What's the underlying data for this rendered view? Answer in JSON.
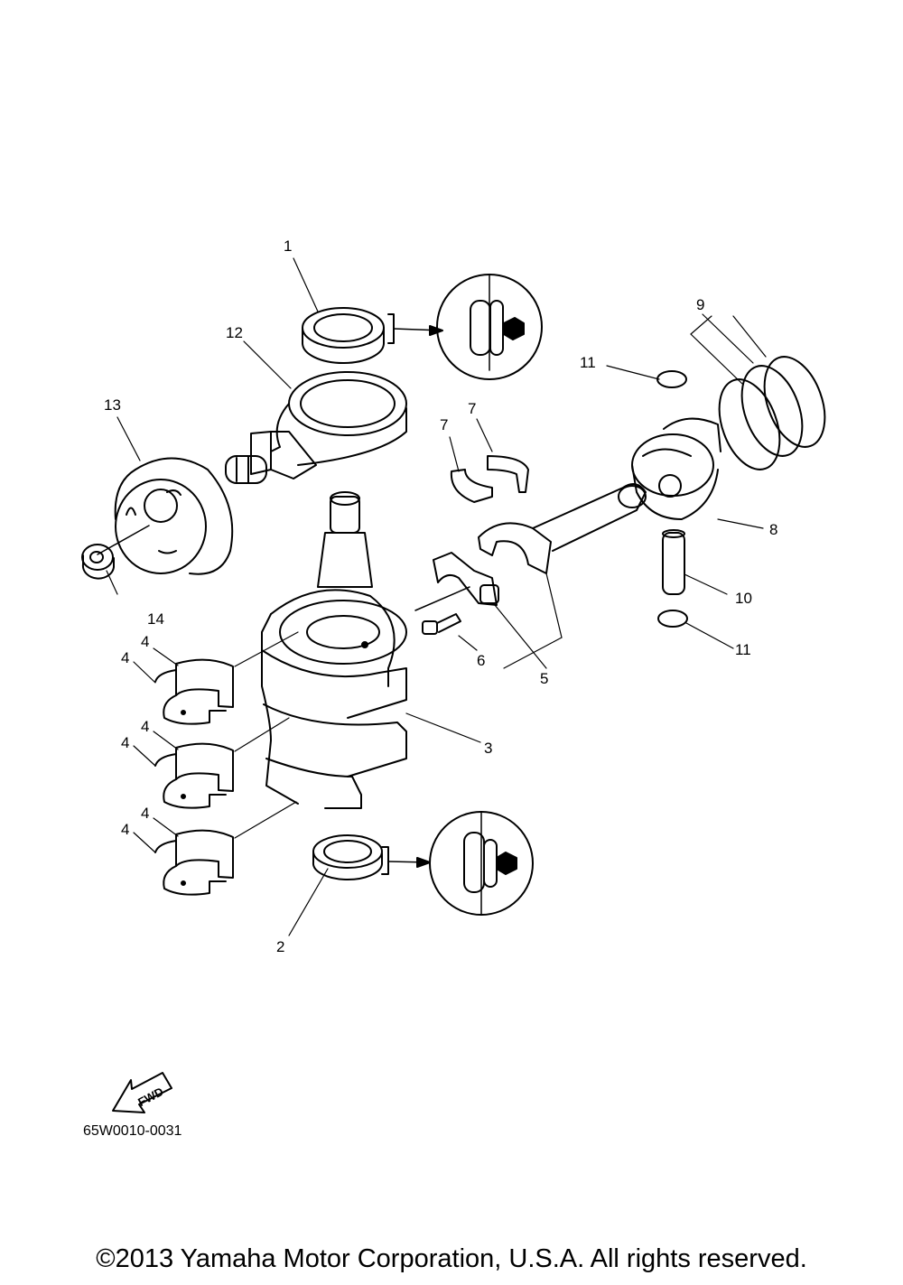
{
  "callouts": {
    "c1": "1",
    "c2": "2",
    "c3": "3",
    "c4": "4",
    "c5": "5",
    "c6": "6",
    "c7": "7",
    "c8": "8",
    "c9": "9",
    "c10": "10",
    "c11": "11",
    "c12": "12",
    "c13": "13",
    "c14": "14"
  },
  "fwd_label": "FWD",
  "drawing_code": "65W0010-0031",
  "copyright": "©2013 Yamaha Motor Corporation, U.S.A. All rights reserved."
}
